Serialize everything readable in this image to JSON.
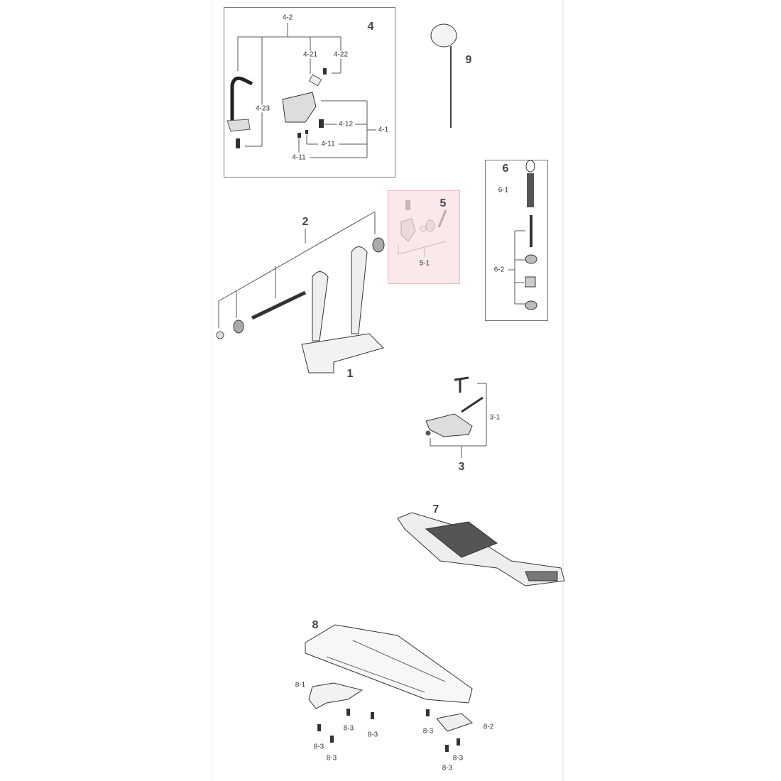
{
  "groups": {
    "g1": {
      "number": "1"
    },
    "g2": {
      "number": "2"
    },
    "g3": {
      "number": "3",
      "parts": [
        "3-1"
      ]
    },
    "g4": {
      "number": "4",
      "parts": [
        "4-2",
        "4-21",
        "4-22",
        "4-23",
        "4-12",
        "4-1",
        "4-11",
        "4-11"
      ]
    },
    "g5": {
      "number": "5",
      "parts": [
        "5-1"
      ],
      "highlight_color": "#f8dfe2"
    },
    "g6": {
      "number": "6",
      "parts": [
        "6-1",
        "6-2"
      ]
    },
    "g7": {
      "number": "7"
    },
    "g8": {
      "number": "8",
      "parts": [
        "8-1",
        "8-2",
        "8-3",
        "8-3",
        "8-3",
        "8-3",
        "8-3",
        "8-3",
        "8-3"
      ]
    },
    "g9": {
      "number": "9"
    }
  }
}
